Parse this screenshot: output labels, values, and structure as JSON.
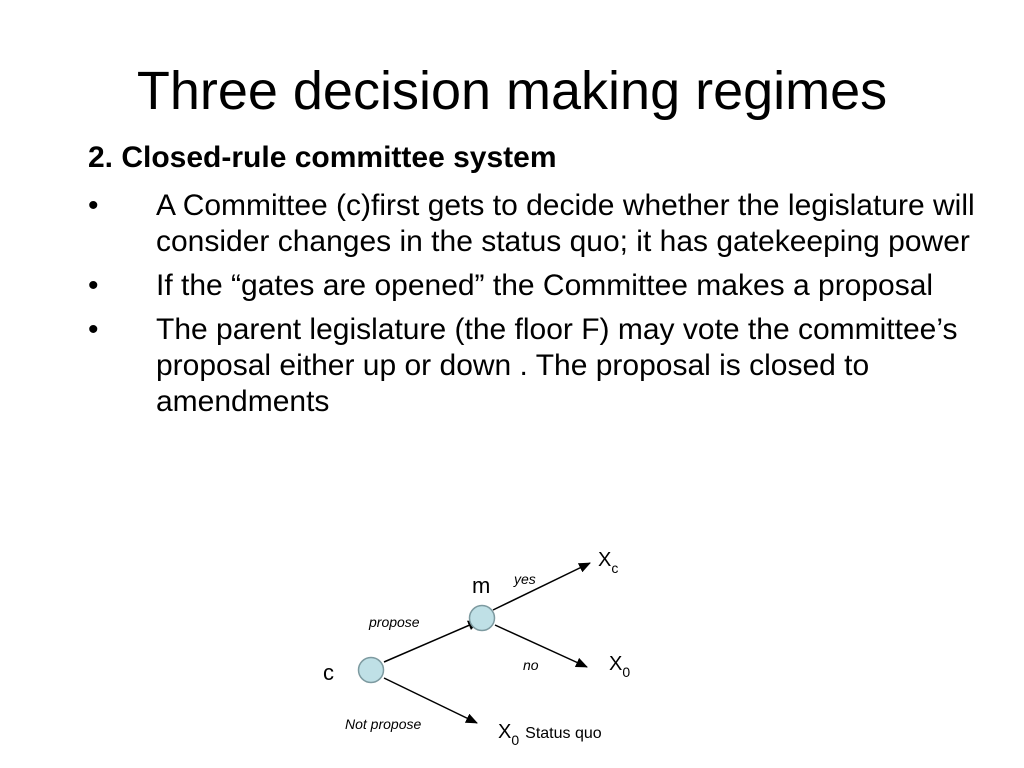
{
  "slide": {
    "title": "Three decision making regimes",
    "subtitle": "2. Closed-rule committee system",
    "bullets": [
      {
        "marker": "•",
        "text": "A Committee (c)first gets to decide whether the legislature will consider changes in the status quo; it has gatekeeping power"
      },
      {
        "marker": "•",
        "text": "If the “gates are opened” the Committee makes a proposal"
      },
      {
        "marker": "•",
        "text": "The parent legislature (the floor F) may vote the committee’s proposal either up or down . The proposal is closed to amendments"
      }
    ]
  },
  "diagram": {
    "node_fill": "#bfe0e6",
    "node_stroke": "#7d9aa0",
    "nodes": {
      "c": "c",
      "m": "m"
    },
    "edges": {
      "propose": "propose",
      "not_propose": "Not propose",
      "yes": "yes",
      "no": "no"
    },
    "outcomes": {
      "xc_base": "X",
      "xc_sub": "c",
      "x0_base": "X",
      "x0_sub": "0",
      "status_quo": "Status quo"
    }
  }
}
